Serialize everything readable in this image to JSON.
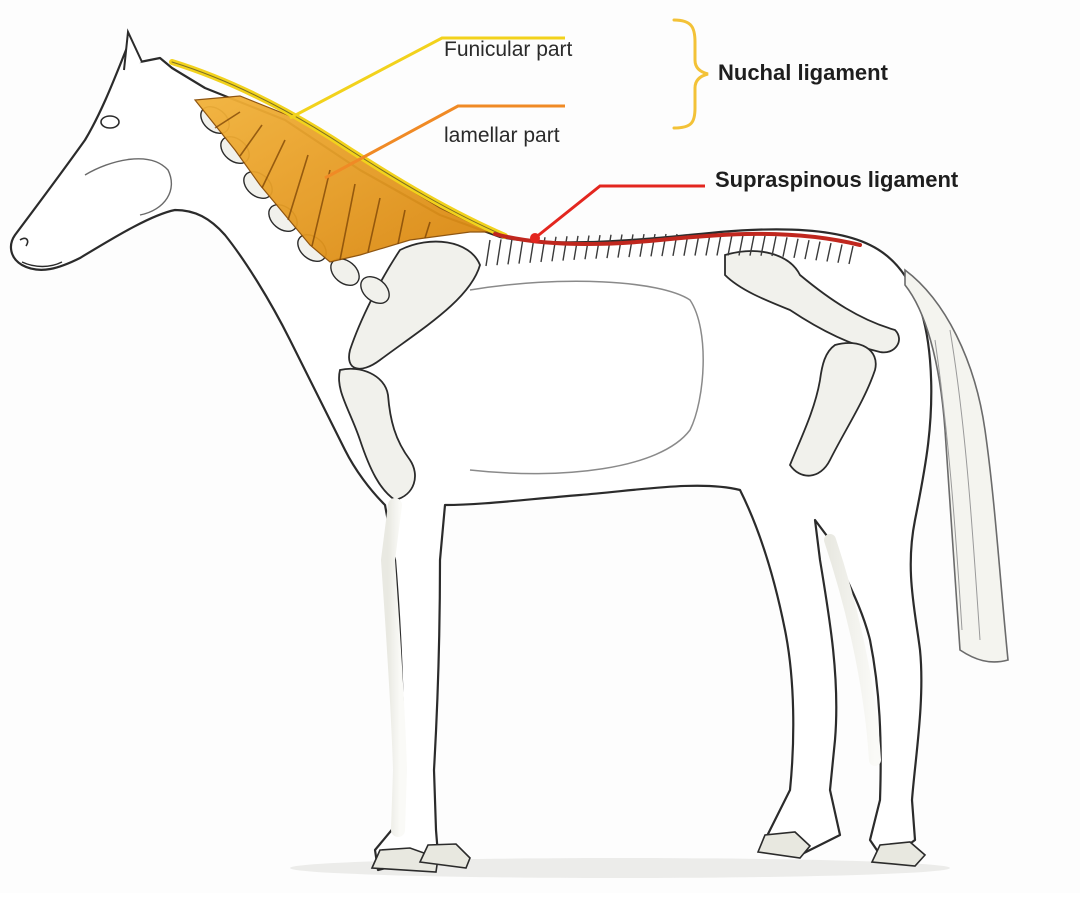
{
  "labels": {
    "funicular": "Funicular part",
    "lamellar": "lamellar part",
    "nuchal": "Nuchal ligament",
    "supraspinous": "Supraspinous ligament"
  },
  "colors": {
    "funicular_line": "#f2d21c",
    "lamellar_line": "#f08a25",
    "supraspinous_line": "#e3261f",
    "lamellar_fill": "#e89a1f",
    "brace": "#f3c237",
    "outline": "#2b2b2b",
    "bone": "#f1f1ec"
  },
  "icons": {
    "brace": "curly-brace-icon"
  }
}
